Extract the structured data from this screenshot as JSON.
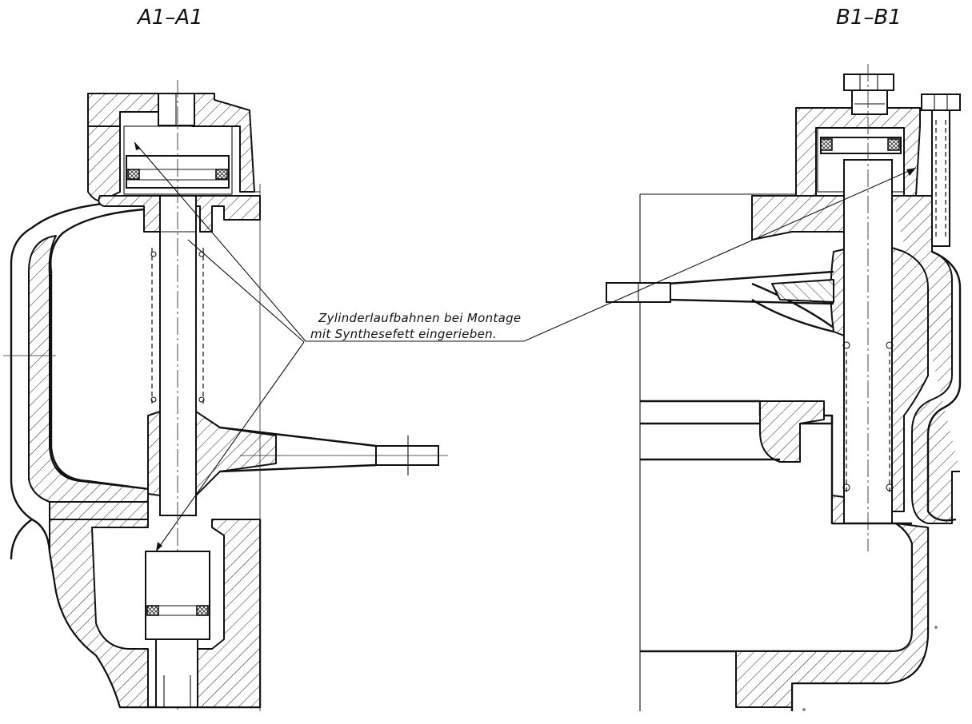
{
  "sections": {
    "left_title": "A1–A1",
    "right_title": "B1–B1"
  },
  "note": {
    "line1": "Zylinderlaufbahnen bei Montage",
    "line2": "mit Synthesefett eingerieben."
  }
}
